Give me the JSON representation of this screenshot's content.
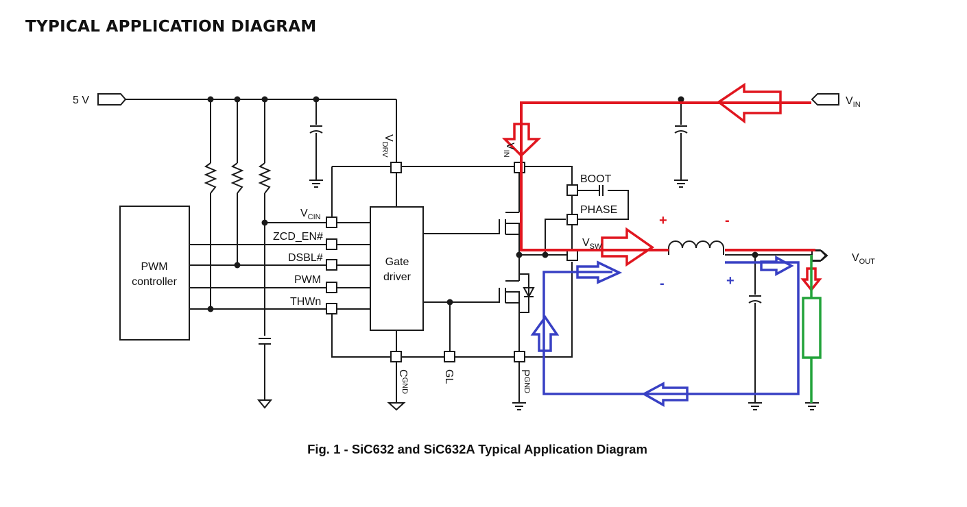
{
  "heading": "TYPICAL APPLICATION DIAGRAM",
  "caption": "Fig. 1 - SiC632 and SiC632A Typical Application Diagram",
  "labels": {
    "supply_5v": "5 V",
    "vin_main": "V",
    "vin_sub": "IN",
    "vout_main": "V",
    "vout_sub": "OUT",
    "vdrv_main": "V",
    "vdrv_sub": "DRV",
    "vin_pin_main": "V",
    "vin_pin_sub": "IN",
    "vcin_main": "V",
    "vcin_sub": "CIN",
    "zcd_en": "ZCD_EN#",
    "dsbl": "DSBL#",
    "pwm": "PWM",
    "thwn": "THWn",
    "boot": "BOOT",
    "phase": "PHASE",
    "vsw_main": "V",
    "vsw_sub": "SW",
    "cgnd_main": "C",
    "cgnd_sub": "GND",
    "gl": "GL",
    "pgnd_main": "P",
    "pgnd_sub": "GND",
    "pwm_controller_line1": "PWM",
    "pwm_controller_line2": "controller",
    "gate_driver_line1": "Gate",
    "gate_driver_line2": "driver",
    "ind_plus": "+",
    "ind_minus": "-",
    "cap_minus": "-",
    "cap_plus": "+"
  },
  "colors": {
    "charge_path": "#e0161f",
    "freewheel_path": "#3840c4",
    "load": "#22a33a"
  }
}
